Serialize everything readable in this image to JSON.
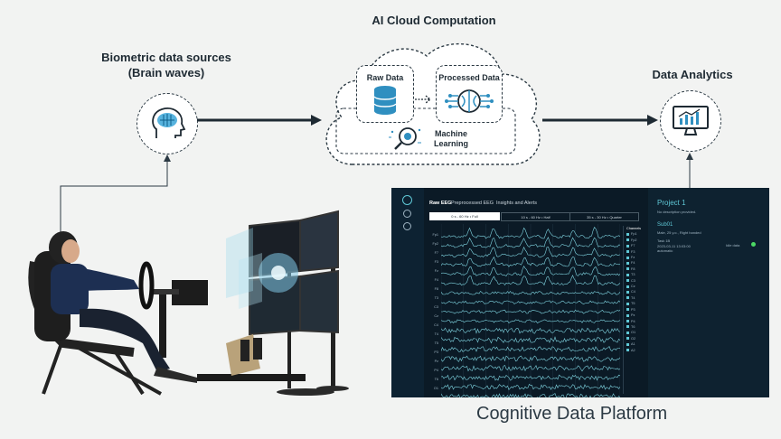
{
  "sources": {
    "title_line1": "Biometric data sources",
    "title_line2": "(Brain waves)",
    "icon": "brain-head-icon"
  },
  "cloud": {
    "title": "AI Cloud Computation",
    "raw_data": "Raw Data",
    "processed_data": "Processed Data",
    "ml_line1": "Machine",
    "ml_line2": "Learning"
  },
  "analytics": {
    "title": "Data Analytics",
    "icon": "monitor-chart-icon"
  },
  "platform": {
    "caption": "Cognitive Data Platform",
    "tabs": [
      "Raw EEG",
      "Preprocessed EEG",
      "Insights and Alerts"
    ],
    "controls": [
      "0 s - 60 Hz • Full",
      "10 s - 60 Hz • Half",
      "35 s - 30 Hz • Quarter"
    ],
    "channels_title": "Channels",
    "project_title": "Project 1",
    "project_desc": "No description provided.",
    "subject_title": "Sub01",
    "subject_desc": "Male, 25 y.o., Right handed",
    "task_line1": "Task 1B",
    "task_line2": "2023-03-11 13:03:00",
    "task_line3": "automatic",
    "status_text": "Idle data",
    "status_color": "#4cd964",
    "accent_color": "#5fc8d6",
    "signal_color": "#7fd4e0",
    "row_labels": [
      "Fp1",
      "Fp2",
      "F7",
      "F3",
      "Fz",
      "F4",
      "F8",
      "T3",
      "C3",
      "Cz",
      "C4",
      "T4",
      "T5",
      "P3",
      "Pz",
      "P4",
      "T6",
      "O1"
    ],
    "channel_list": [
      "Fp1",
      "Fp2",
      "F7",
      "F3",
      "Fz",
      "F4",
      "F8",
      "T3",
      "C3",
      "Cz",
      "C4",
      "T4",
      "T5",
      "P3",
      "Pz",
      "P4",
      "T6",
      "O1",
      "O2",
      "A1",
      "A2"
    ]
  }
}
